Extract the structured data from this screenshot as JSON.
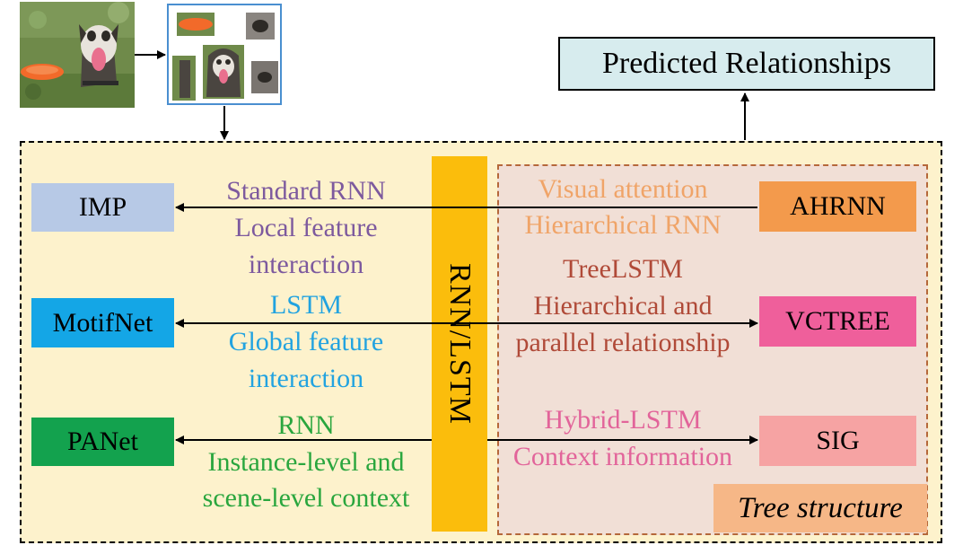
{
  "header": {
    "predicted_label": "Predicted Relationships"
  },
  "center": {
    "label": "RNN/LSTM"
  },
  "left_models": [
    {
      "name": "IMP",
      "color": "#b7c9e6",
      "text_color": "#7d5a9e",
      "lines": [
        "Standard RNN",
        "Local feature",
        "interaction"
      ]
    },
    {
      "name": "MotifNet",
      "color": "#14a6e6",
      "text_color": "#22a3e0",
      "lines": [
        "LSTM",
        "Global feature",
        "interaction"
      ]
    },
    {
      "name": "PANet",
      "color": "#13a24e",
      "text_color": "#2aa63e",
      "lines": [
        "RNN",
        "Instance-level and",
        "scene-level context"
      ]
    }
  ],
  "right_models": [
    {
      "name": "AHRNN",
      "color": "#f39a4c",
      "text_color": "#f0a468",
      "lines": [
        "Visual attention",
        "Hierarchical RNN"
      ]
    },
    {
      "name": "VCTREE",
      "color": "#ef5f9b",
      "text_color": "#b04a38",
      "lines": [
        "TreeLSTM",
        "Hierarchical and",
        "parallel relationship"
      ]
    },
    {
      "name": "SIG",
      "color": "#f6a3a3",
      "text_color": "#e2649a",
      "lines": [
        "Hybrid-LSTM",
        "Context information"
      ]
    }
  ],
  "tree_structure_label": "Tree structure"
}
